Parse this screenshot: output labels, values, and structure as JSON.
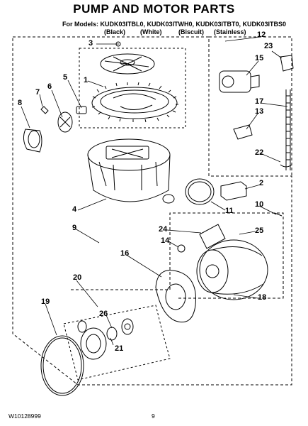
{
  "title": "PUMP AND MOTOR PARTS",
  "models_line": "For Models: KUDK03ITBL0, KUDK03ITWH0, KUDK03ITBT0, KUDK03ITBS0",
  "colors": [
    "(Black)",
    "(White)",
    "(Biscuit)",
    "(Stainless)"
  ],
  "callouts": [
    "1",
    "2",
    "3",
    "4",
    "5",
    "6",
    "7",
    "8",
    "9",
    "10",
    "11",
    "12",
    "13",
    "14",
    "15",
    "16",
    "17",
    "18",
    "19",
    "20",
    "21",
    "22",
    "23",
    "24",
    "25",
    "26"
  ],
  "footer": {
    "part_number": "W10128999",
    "page_number": "9"
  }
}
